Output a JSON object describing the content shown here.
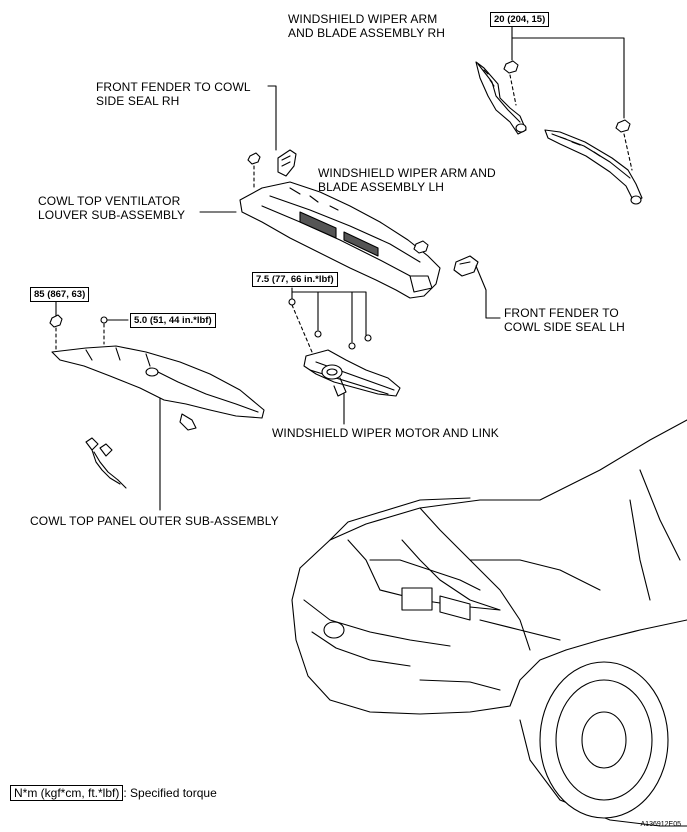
{
  "labels": {
    "wiper_rh": [
      "WINDSHIELD  WIPER ARM",
      "AND BLADE ASSEMBLY RH"
    ],
    "fender_seal_rh": [
      "FRONT FENDER TO COWL",
      "SIDE SEAL RH"
    ],
    "wiper_lh": [
      "WINDSHIELD  WIPER ARM AND",
      "BLADE ASSEMBLY LH"
    ],
    "louver": [
      "COWL TOP VENTILATOR",
      "LOUVER SUB-ASSEMBLY"
    ],
    "fender_seal_lh": [
      "FRONT FENDER TO",
      "COWL SIDE SEAL LH"
    ],
    "motor_link": "WINDSHIELD WIPER MOTOR AND LINK",
    "outer_panel": "COWL TOP PANEL OUTER SUB-ASSEMBLY"
  },
  "torques": {
    "wiper_nut": "20 (204, 15)",
    "motor_bolts": "7.5 (77, 66 in.*lbf)",
    "panel_nut": "85 (867, 63)",
    "panel_bolt": "5.0 (51, 44 in.*lbf)"
  },
  "legend": {
    "unit_box": "N*m (kgf*cm, ft.*lbf)",
    "text": ": Specified torque"
  },
  "figure_id": "A136912E05"
}
